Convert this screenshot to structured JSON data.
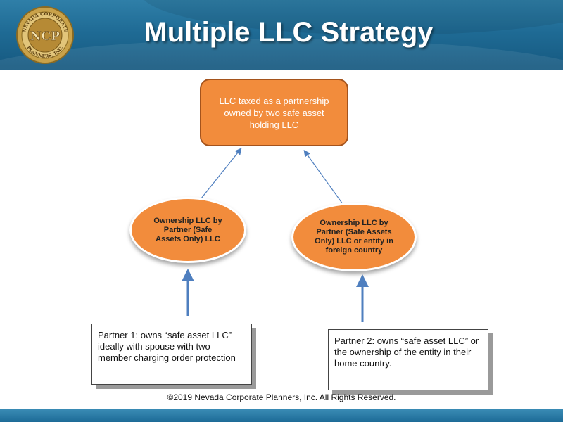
{
  "header": {
    "title": "Multiple LLC Strategy",
    "logo": {
      "ring_text_top": "NEVADA CORPORATE",
      "ring_text_bottom": "PLANNERS, INC.",
      "monogram": "NCP"
    }
  },
  "diagram": {
    "top_box": "LLC taxed as a partnership owned by two safe asset holding LLC",
    "left_ellipse": "Ownership LLC by Partner (Safe Assets Only) LLC",
    "right_ellipse": "Ownership LLC by Partner (Safe Assets Only) LLC or entity in foreign country",
    "partner1_box": "Partner 1: owns “safe asset LLC” ideally with  spouse with two member charging order protection",
    "partner2_box": "Partner 2: owns “safe asset LLC” or the ownership of the entity in their home country."
  },
  "footer": {
    "copyright": "©2019 Nevada Corporate Planners, Inc. All Rights Reserved."
  },
  "colors": {
    "header_blue": "#1f6b95",
    "node_orange": "#f28c3c",
    "arrow_blue": "#4f7fbf",
    "logo_gold": "#c9a24a"
  }
}
